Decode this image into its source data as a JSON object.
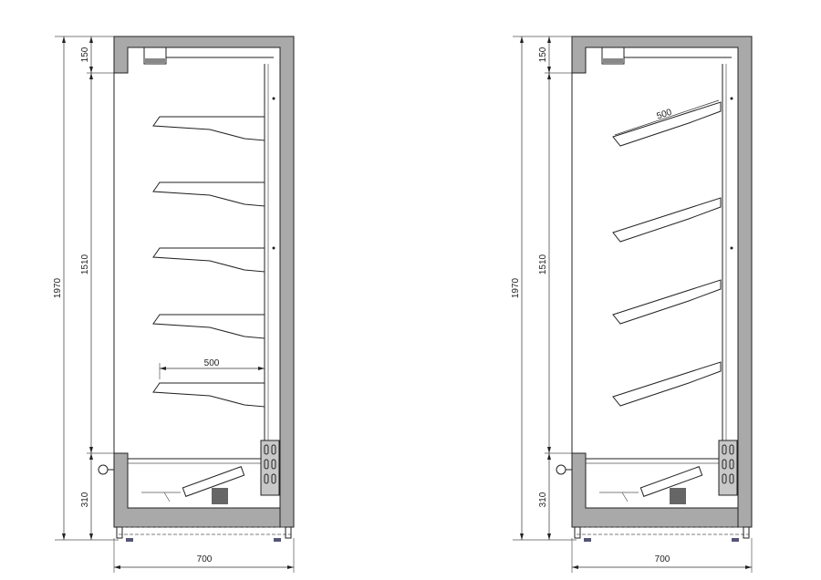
{
  "units": [
    {
      "name": "horizontal-shelves",
      "dims": {
        "top": "150",
        "middle": "1510",
        "total": "1970",
        "base": "310",
        "width": "700",
        "shelf_depth": "500"
      },
      "shelf_style": "flat"
    },
    {
      "name": "angled-shelves",
      "dims": {
        "top": "150",
        "middle": "1510",
        "total": "1970",
        "base": "310",
        "width": "700",
        "shelf_depth": "500"
      },
      "shelf_style": "angled"
    }
  ]
}
